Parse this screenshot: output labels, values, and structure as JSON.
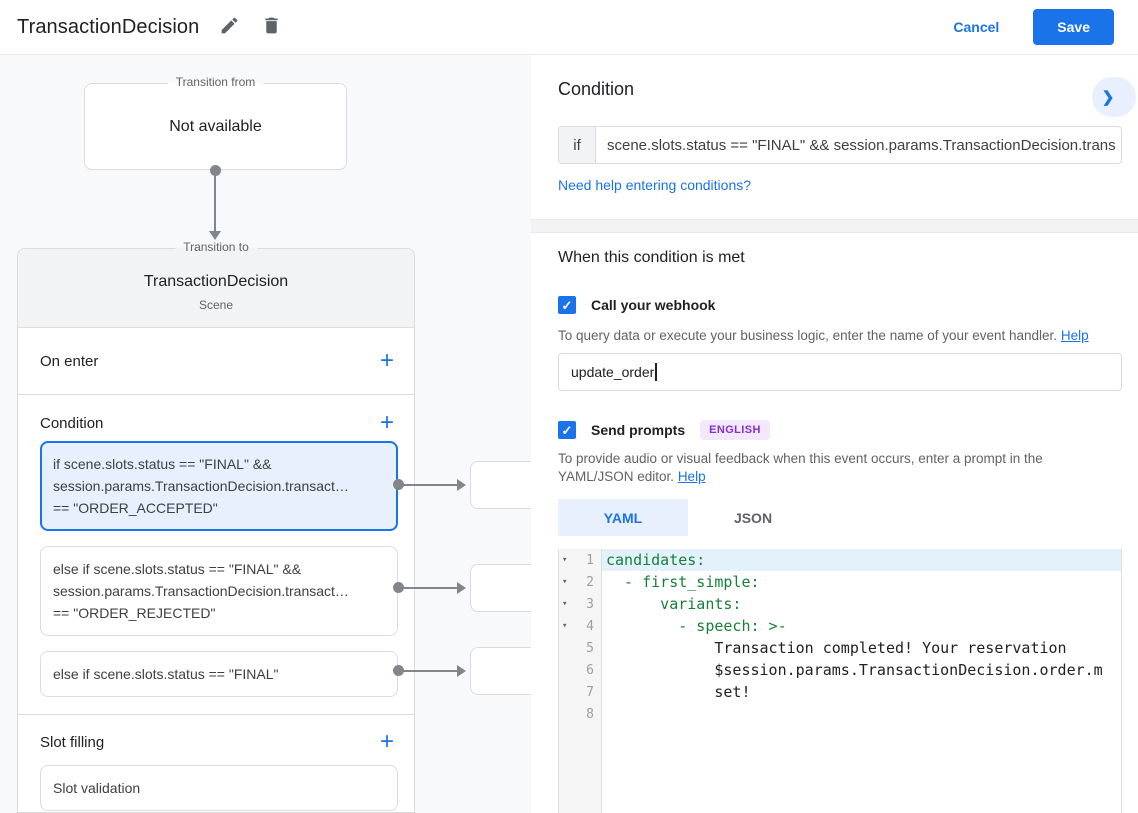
{
  "header": {
    "title": "TransactionDecision",
    "cancel_label": "Cancel",
    "save_label": "Save"
  },
  "icons": {
    "plus": "+",
    "check": "✓",
    "chevron_right": "❯",
    "fold": "▾"
  },
  "diagram": {
    "transition_from": {
      "label": "Transition from",
      "content": "Not available"
    },
    "transition_to": {
      "label": "Transition to",
      "title": "TransactionDecision",
      "subtitle": "Scene"
    },
    "on_enter": {
      "label": "On enter"
    },
    "condition": {
      "label": "Condition",
      "cards": [
        {
          "lines": [
            "if scene.slots.status == \"FINAL\" &&",
            "session.params.TransactionDecision.transact…",
            "== \"ORDER_ACCEPTED\""
          ]
        },
        {
          "lines": [
            "else if scene.slots.status == \"FINAL\" &&",
            "session.params.TransactionDecision.transact…",
            "== \"ORDER_REJECTED\""
          ]
        },
        {
          "lines": [
            "else if scene.slots.status == \"FINAL\""
          ]
        }
      ]
    },
    "slot_filling": {
      "label": "Slot filling",
      "card_label": "Slot validation"
    }
  },
  "panel": {
    "title": "Condition",
    "condition": {
      "prefix": "if",
      "value": "scene.slots.status == \"FINAL\" && session.params.TransactionDecision.trans"
    },
    "help_link": "Need help entering conditions?",
    "when_met_title": "When this condition is met",
    "webhook": {
      "label": "Call your webhook",
      "description": "To query data or execute your business logic, enter the name of your event handler.",
      "help_label": "Help",
      "value": "update_order"
    },
    "prompts": {
      "label": "Send prompts",
      "badge": "ENGLISH",
      "description": "To provide audio or visual feedback when this event occurs, enter a prompt in the YAML/JSON editor.",
      "help_label": "Help"
    },
    "tabs": {
      "yaml": "YAML",
      "json": "JSON"
    },
    "editor": {
      "lines": [
        {
          "num": "1",
          "text": "candidates:"
        },
        {
          "num": "2",
          "text": "  - first_simple:"
        },
        {
          "num": "3",
          "text": "      variants:"
        },
        {
          "num": "4",
          "text": "        - speech: >-"
        },
        {
          "num": "5",
          "text": "            Transaction completed! Your reservation"
        },
        {
          "num": "6",
          "text": "            $session.params.TransactionDecision.order.m"
        },
        {
          "num": "7",
          "text": "            set!"
        },
        {
          "num": "8",
          "text": ""
        }
      ]
    }
  }
}
